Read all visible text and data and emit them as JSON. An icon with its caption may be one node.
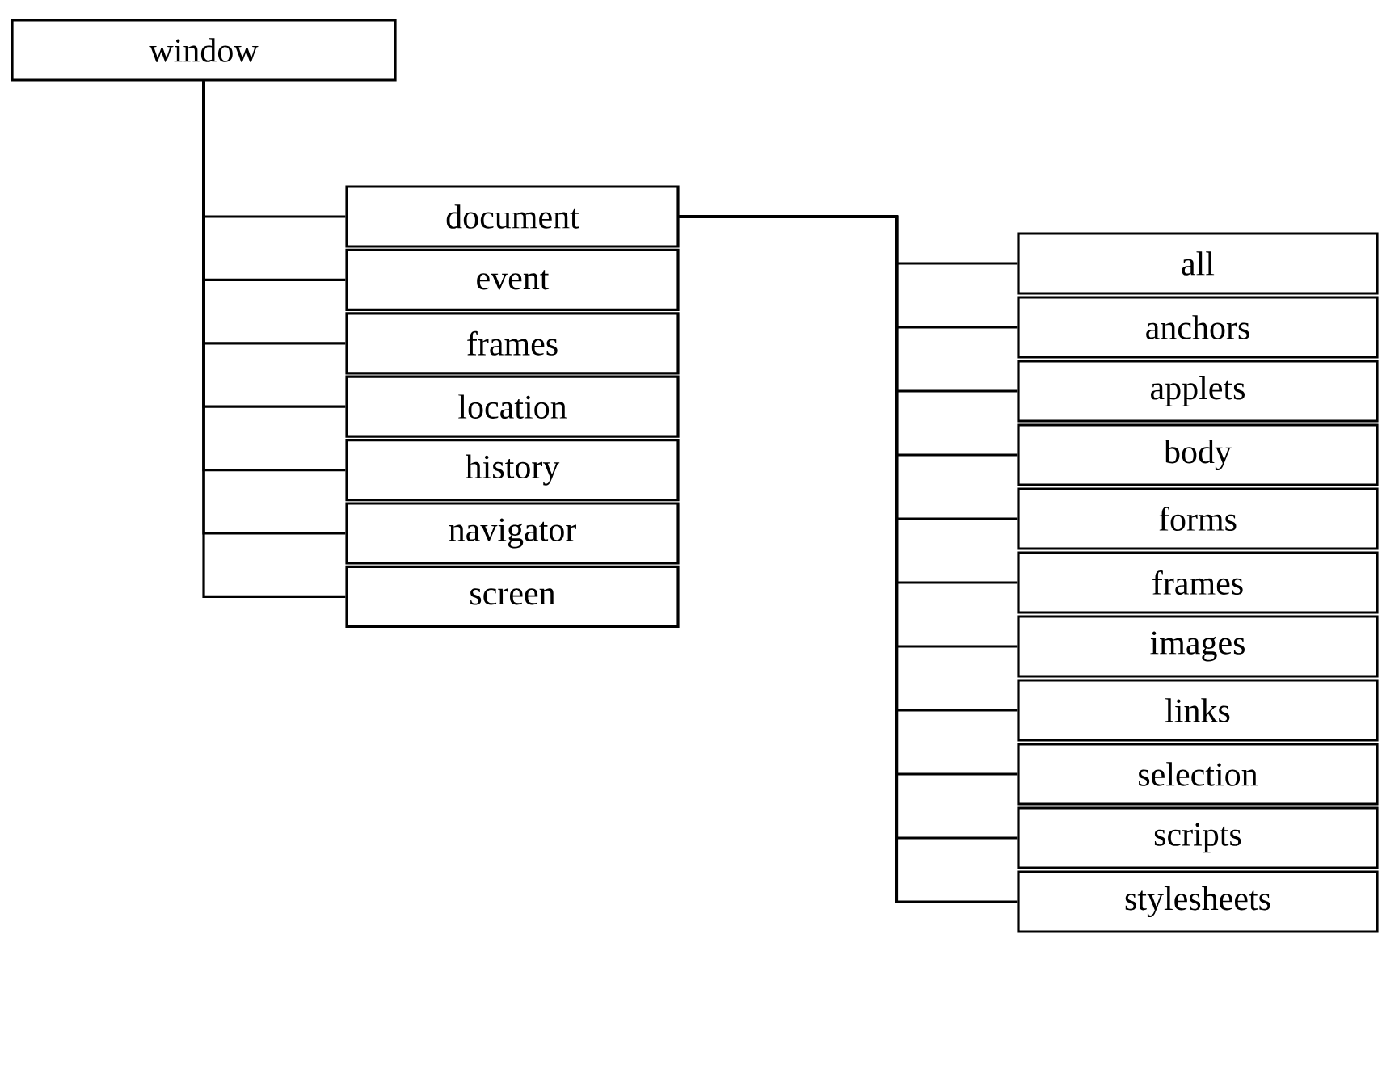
{
  "diagram": {
    "nodes": [
      {
        "text": [
          "window"
        ]
      },
      {
        "text": [
          "document"
        ]
      },
      {
        "text": [
          "event"
        ]
      },
      {
        "text": [
          "frames"
        ]
      },
      {
        "text": [
          "location"
        ]
      },
      {
        "text": [
          "history"
        ]
      },
      {
        "text": [
          "navigator"
        ]
      },
      {
        "text": [
          "screen"
        ]
      },
      {
        "text": [
          "all"
        ]
      },
      {
        "text": [
          "anchors"
        ]
      },
      {
        "text": [
          "applets"
        ]
      },
      {
        "text": [
          "body"
        ]
      },
      {
        "text": [
          "forms"
        ]
      },
      {
        "text": [
          "frames"
        ]
      },
      {
        "text": [
          "images"
        ]
      },
      {
        "text": [
          "links"
        ]
      },
      {
        "text": [
          "selection"
        ]
      },
      {
        "text": [
          "scripts"
        ]
      },
      {
        "text": [
          "stylesheets"
        ]
      }
    ],
    "edges": [
      {
        "from": 0,
        "to": 1,
        "arrow": "none"
      },
      {
        "from": 0,
        "to": 2,
        "arrow": "none"
      },
      {
        "from": 0,
        "to": 3,
        "arrow": "none"
      },
      {
        "from": 0,
        "to": 4,
        "arrow": "none"
      },
      {
        "from": 0,
        "to": 5,
        "arrow": "none"
      },
      {
        "from": 0,
        "to": 6,
        "arrow": "none"
      },
      {
        "from": 0,
        "to": 7,
        "arrow": "none"
      },
      {
        "from": 1,
        "to": 8,
        "arrow": "none"
      },
      {
        "from": 1,
        "to": 9,
        "arrow": "none"
      },
      {
        "from": 1,
        "to": 10,
        "arrow": "none"
      },
      {
        "from": 1,
        "to": 11,
        "arrow": "none"
      },
      {
        "from": 1,
        "to": 12,
        "arrow": "none"
      },
      {
        "from": 1,
        "to": 13,
        "arrow": "none"
      },
      {
        "from": 1,
        "to": 14,
        "arrow": "none"
      },
      {
        "from": 1,
        "to": 15,
        "arrow": "none"
      },
      {
        "from": 1,
        "to": 16,
        "arrow": "none"
      },
      {
        "from": 1,
        "to": 17,
        "arrow": "none"
      },
      {
        "from": 1,
        "to": 18,
        "arrow": "none"
      }
    ]
  }
}
